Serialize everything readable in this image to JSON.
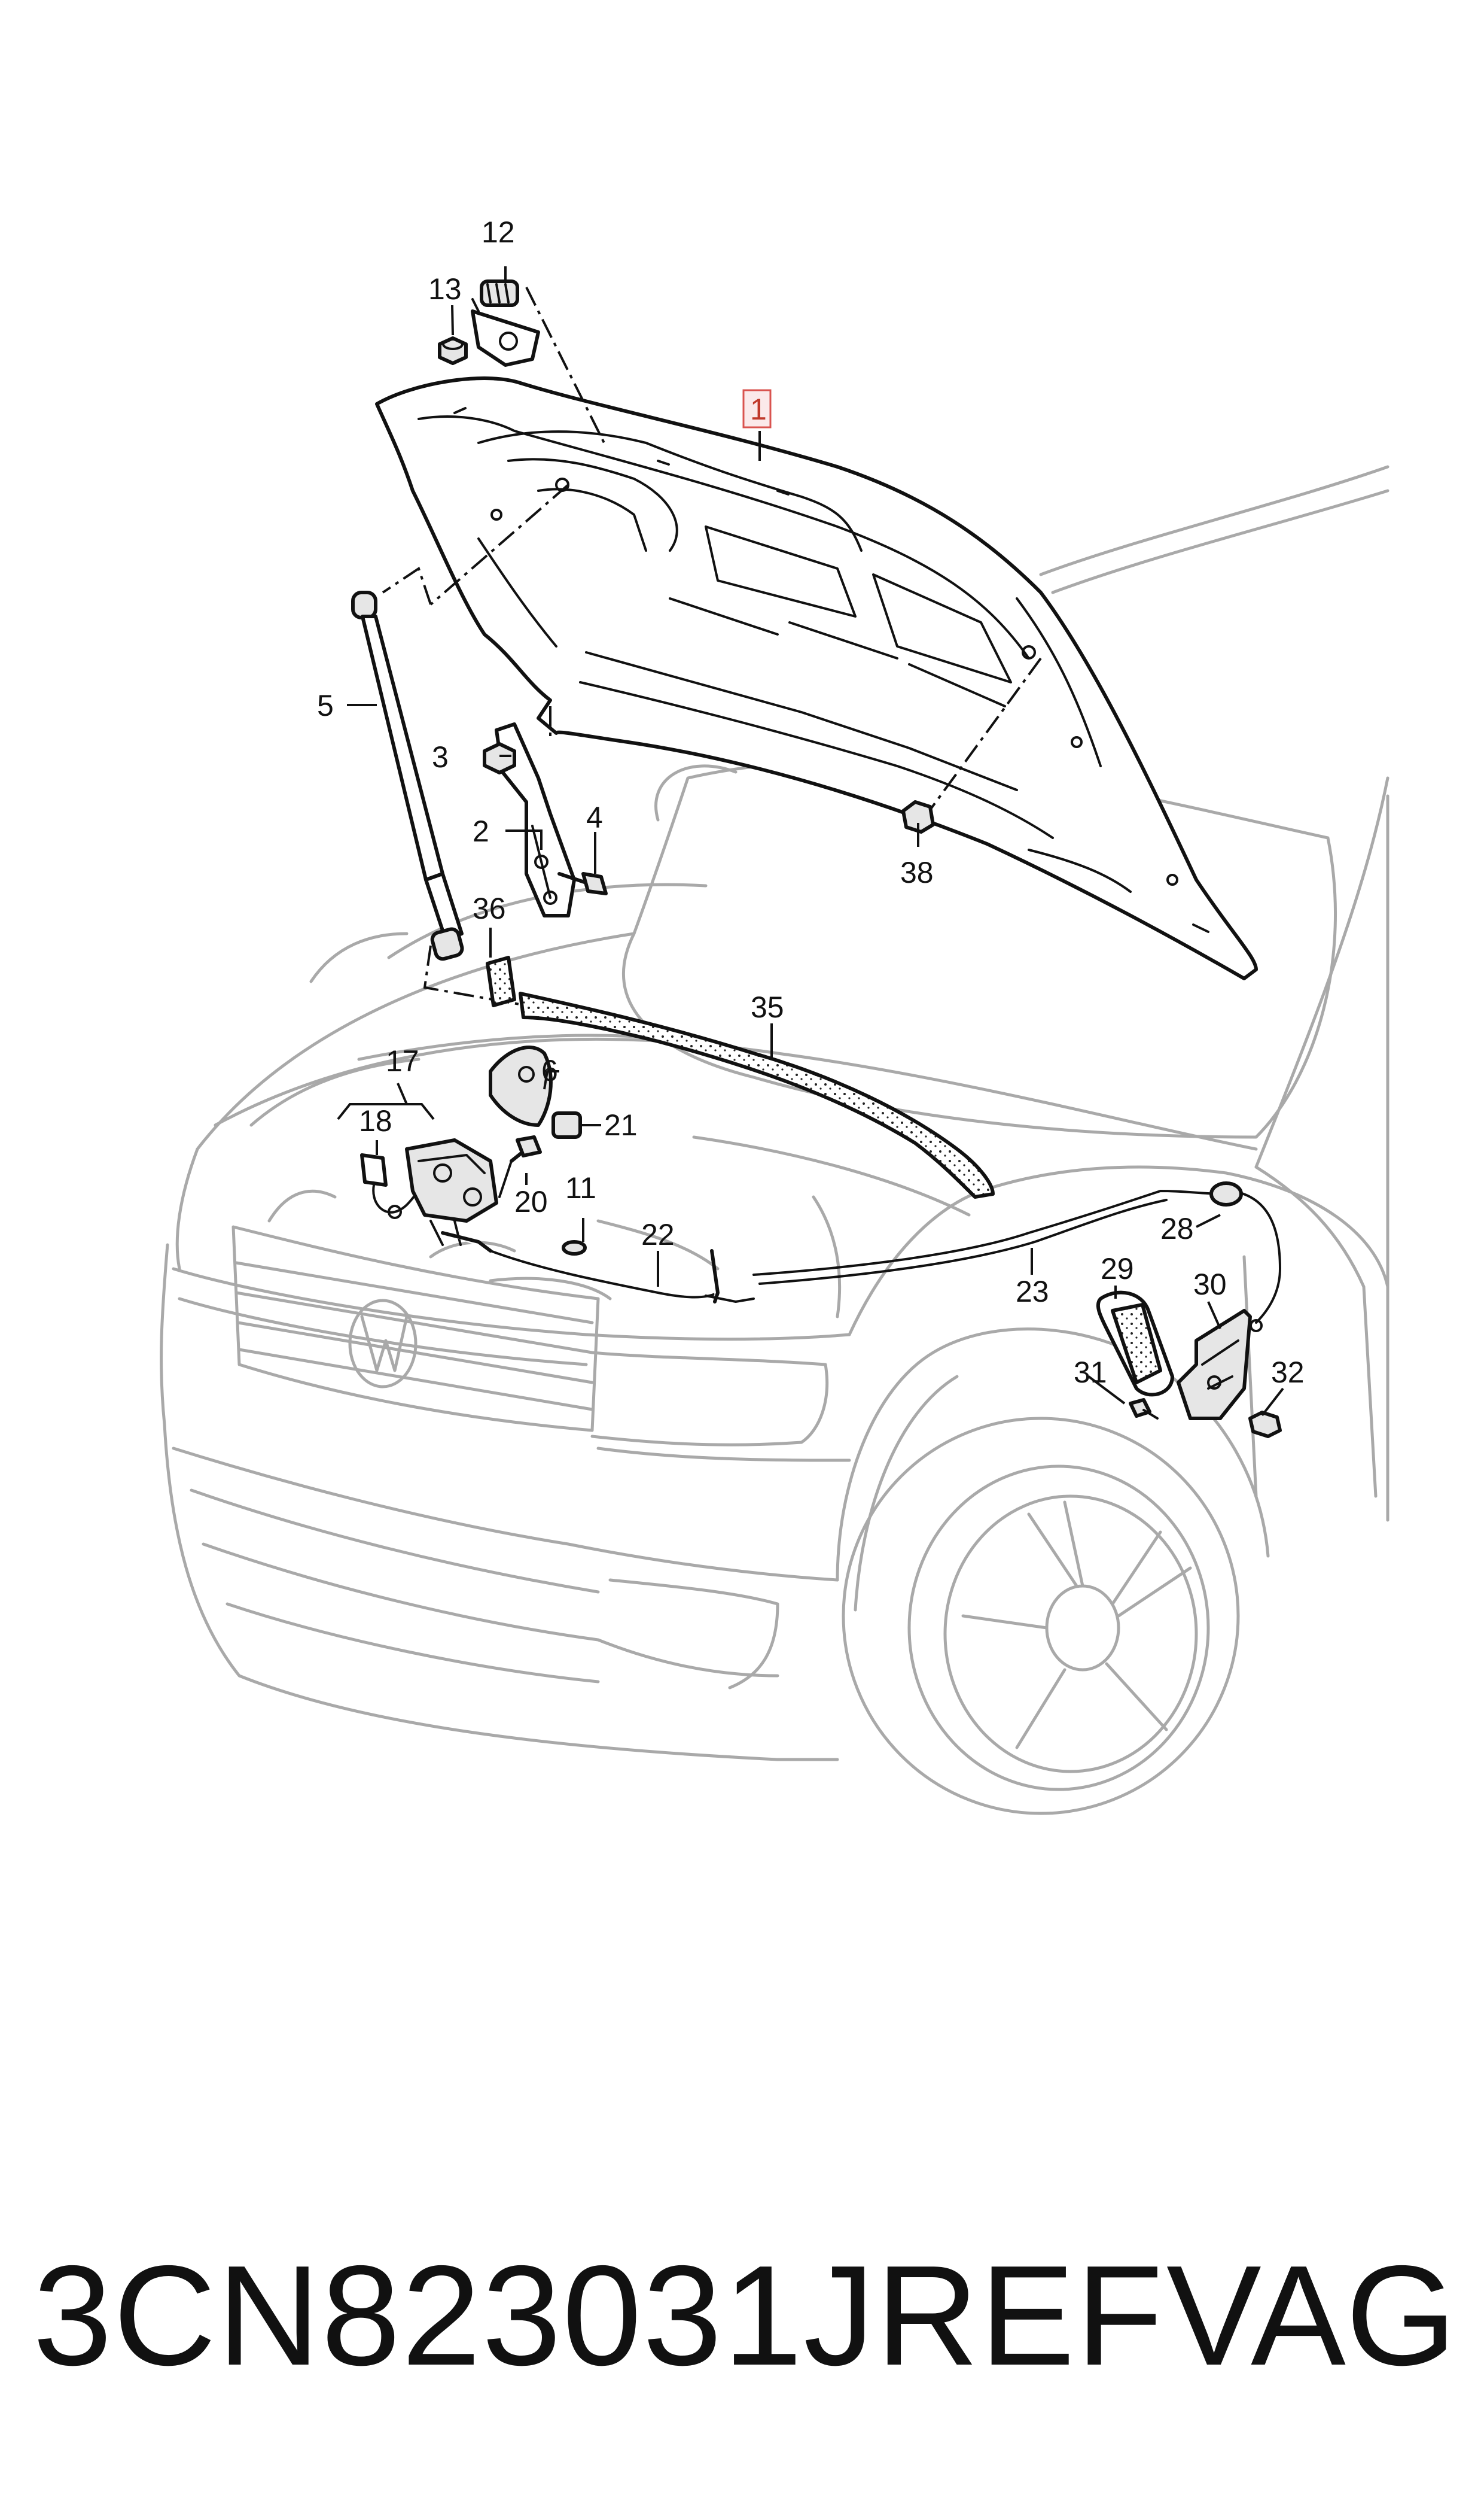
{
  "diagram": {
    "callouts": [
      {
        "id": "1",
        "highlighted": true
      },
      {
        "id": "2"
      },
      {
        "id": "3"
      },
      {
        "id": "4"
      },
      {
        "id": "5"
      },
      {
        "id": "6"
      },
      {
        "id": "11"
      },
      {
        "id": "12"
      },
      {
        "id": "13"
      },
      {
        "id": "17"
      },
      {
        "id": "18"
      },
      {
        "id": "20"
      },
      {
        "id": "21"
      },
      {
        "id": "22"
      },
      {
        "id": "23"
      },
      {
        "id": "28"
      },
      {
        "id": "29"
      },
      {
        "id": "30"
      },
      {
        "id": "31"
      },
      {
        "id": "32"
      },
      {
        "id": "35"
      },
      {
        "id": "36"
      },
      {
        "id": "38"
      }
    ],
    "highlight_color": "#d9534f"
  },
  "footer": {
    "part_number": "3CN823031JREF",
    "brand": "VAG"
  }
}
